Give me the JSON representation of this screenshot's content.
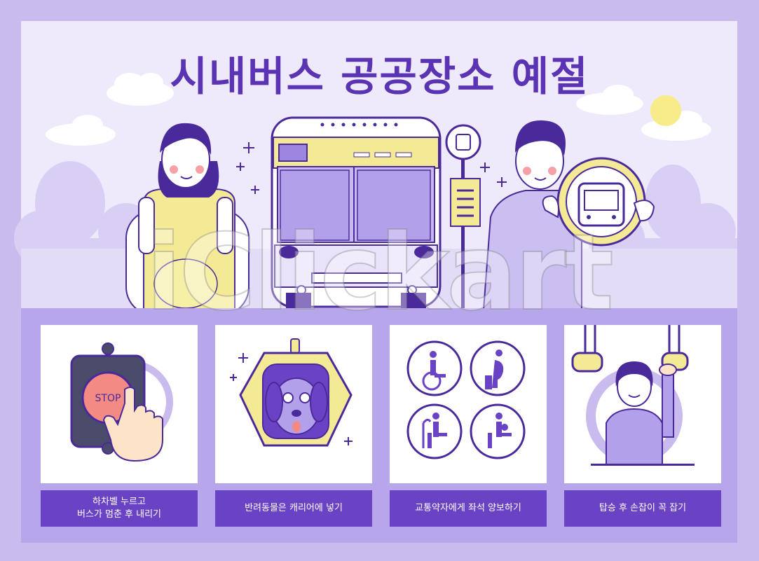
{
  "title": "시내버스 공공장소 예절",
  "watermark": "iClickart",
  "stop_button_text": "STOP",
  "cards": [
    {
      "caption": "하차벨 누르고\n버스가 멈춘 후 내리기"
    },
    {
      "caption": "반려동물은 캐리어에 넣기"
    },
    {
      "caption": "교통약자에게 좌석 양보하기"
    },
    {
      "caption": "탑승 후 손잡이 꼭 잡기"
    }
  ],
  "colors": {
    "purple_dark": "#4a2a9a",
    "purple_accent": "#6a43c5",
    "lavender": "#c9bbee",
    "yellow": "#f4ea95"
  }
}
